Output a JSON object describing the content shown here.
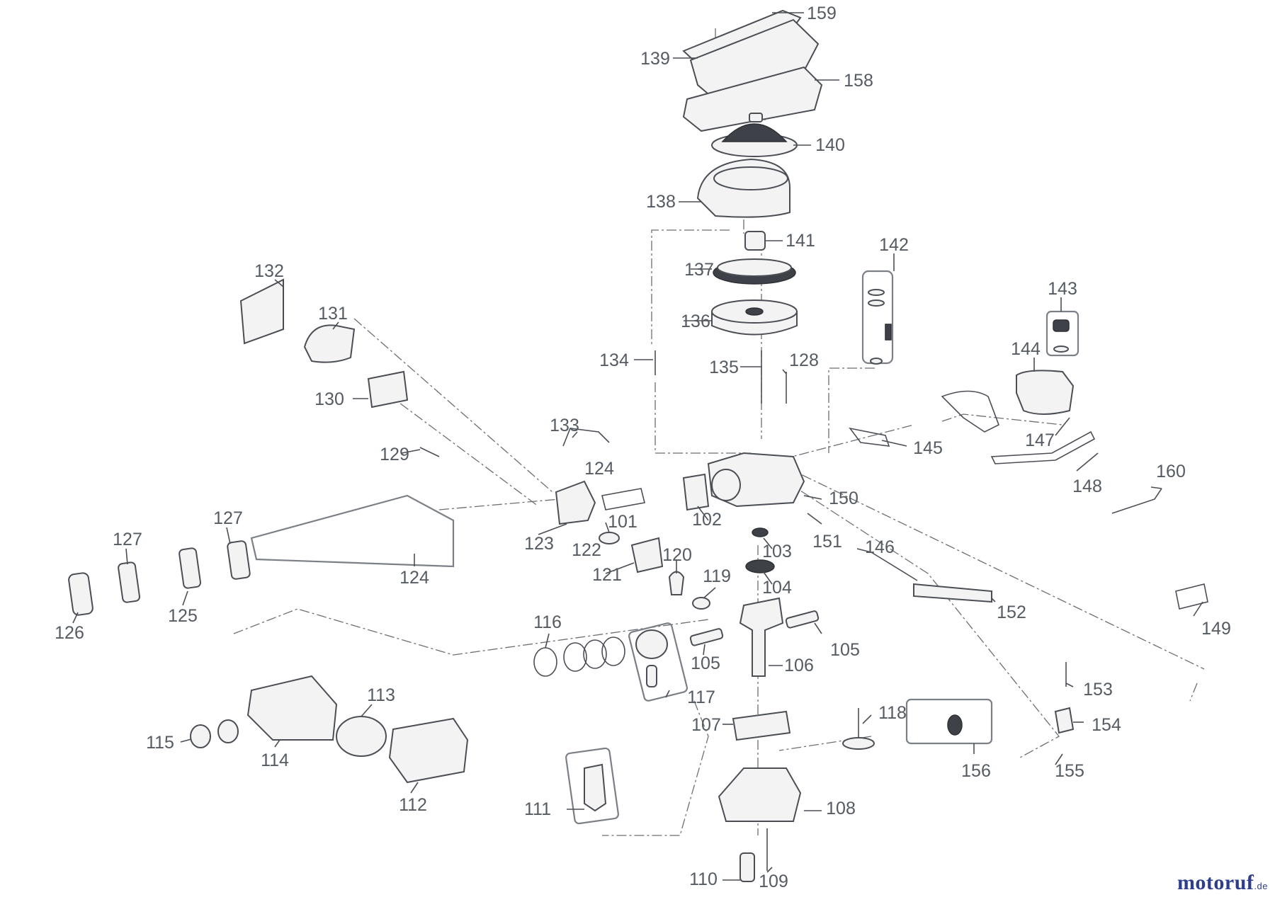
{
  "diagram": {
    "part_labels": [
      "101",
      "102",
      "103",
      "104",
      "105",
      "105",
      "106",
      "107",
      "108",
      "109",
      "110",
      "111",
      "112",
      "113",
      "114",
      "115",
      "116",
      "117",
      "118",
      "119",
      "120",
      "121",
      "122",
      "123",
      "124",
      "124",
      "125",
      "126",
      "127",
      "127",
      "128",
      "129",
      "130",
      "131",
      "132",
      "133",
      "134",
      "135",
      "136",
      "137",
      "138",
      "139",
      "140",
      "141",
      "142",
      "143",
      "144",
      "145",
      "146",
      "147",
      "148",
      "149",
      "150",
      "151",
      "152",
      "153",
      "154",
      "155",
      "156",
      "158",
      "159",
      "160"
    ]
  },
  "brand": {
    "main": "motoruf",
    "suffix": ".de"
  },
  "colors": {
    "label": "#555b62",
    "line": "#4b4f55",
    "group_box": "#7b7f86",
    "brand": "#2f3e8c",
    "brand_accent": "#e07b1a"
  }
}
